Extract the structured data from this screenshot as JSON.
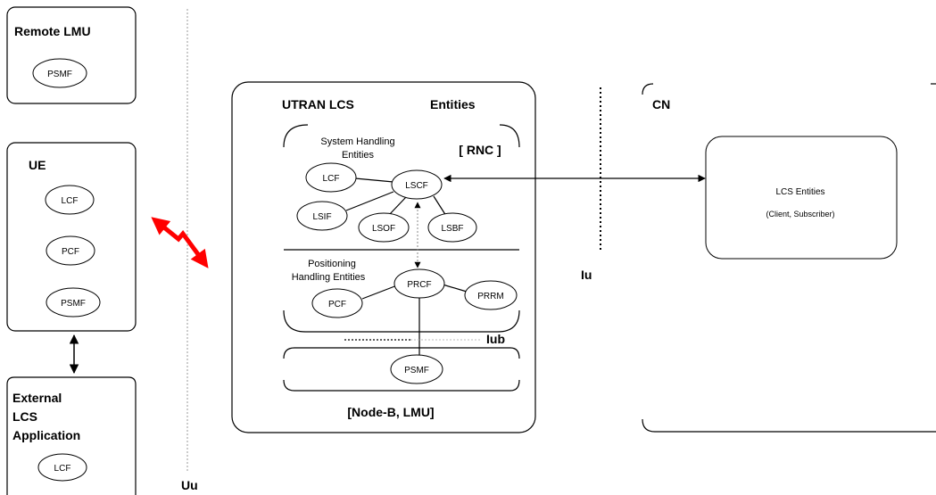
{
  "remote_lmu": {
    "title": "Remote LMU",
    "entity": "PSMF"
  },
  "ue": {
    "title": "UE",
    "entities": [
      "LCF",
      "PCF",
      "PSMF"
    ]
  },
  "external_app": {
    "title_line1": "External",
    "title_line2": "LCS",
    "title_line3": "Application",
    "entity": "LCF"
  },
  "uu_label": "Uu",
  "utran": {
    "title": "UTRAN LCS",
    "title2": "Entities",
    "rnc_label": "[ RNC ]",
    "system_handling_line1": "System Handling",
    "system_handling_line2": "Entities",
    "system_entities": {
      "lcf": "LCF",
      "lscf": "LSCF",
      "lsif": "LSIF",
      "lsof": "LSOF",
      "lsbf": "LSBF"
    },
    "positioning_line1": "Positioning",
    "positioning_line2": "Handling Entities",
    "positioning_entities": {
      "prcf": "PRCF",
      "pcf": "PCF",
      "prrm": "PRRM"
    },
    "iub_label": "Iub",
    "node_entity": "PSMF",
    "node_label": "[Node-B, LMU]"
  },
  "iu_label": "Iu",
  "cn": {
    "title": "CN",
    "entities_title": "LCS Entities",
    "entities_sub": "(Client, Subscriber)"
  },
  "colors": {
    "line": "#000000",
    "radio_arrow": "#ff0000",
    "dotted": "#999999"
  }
}
